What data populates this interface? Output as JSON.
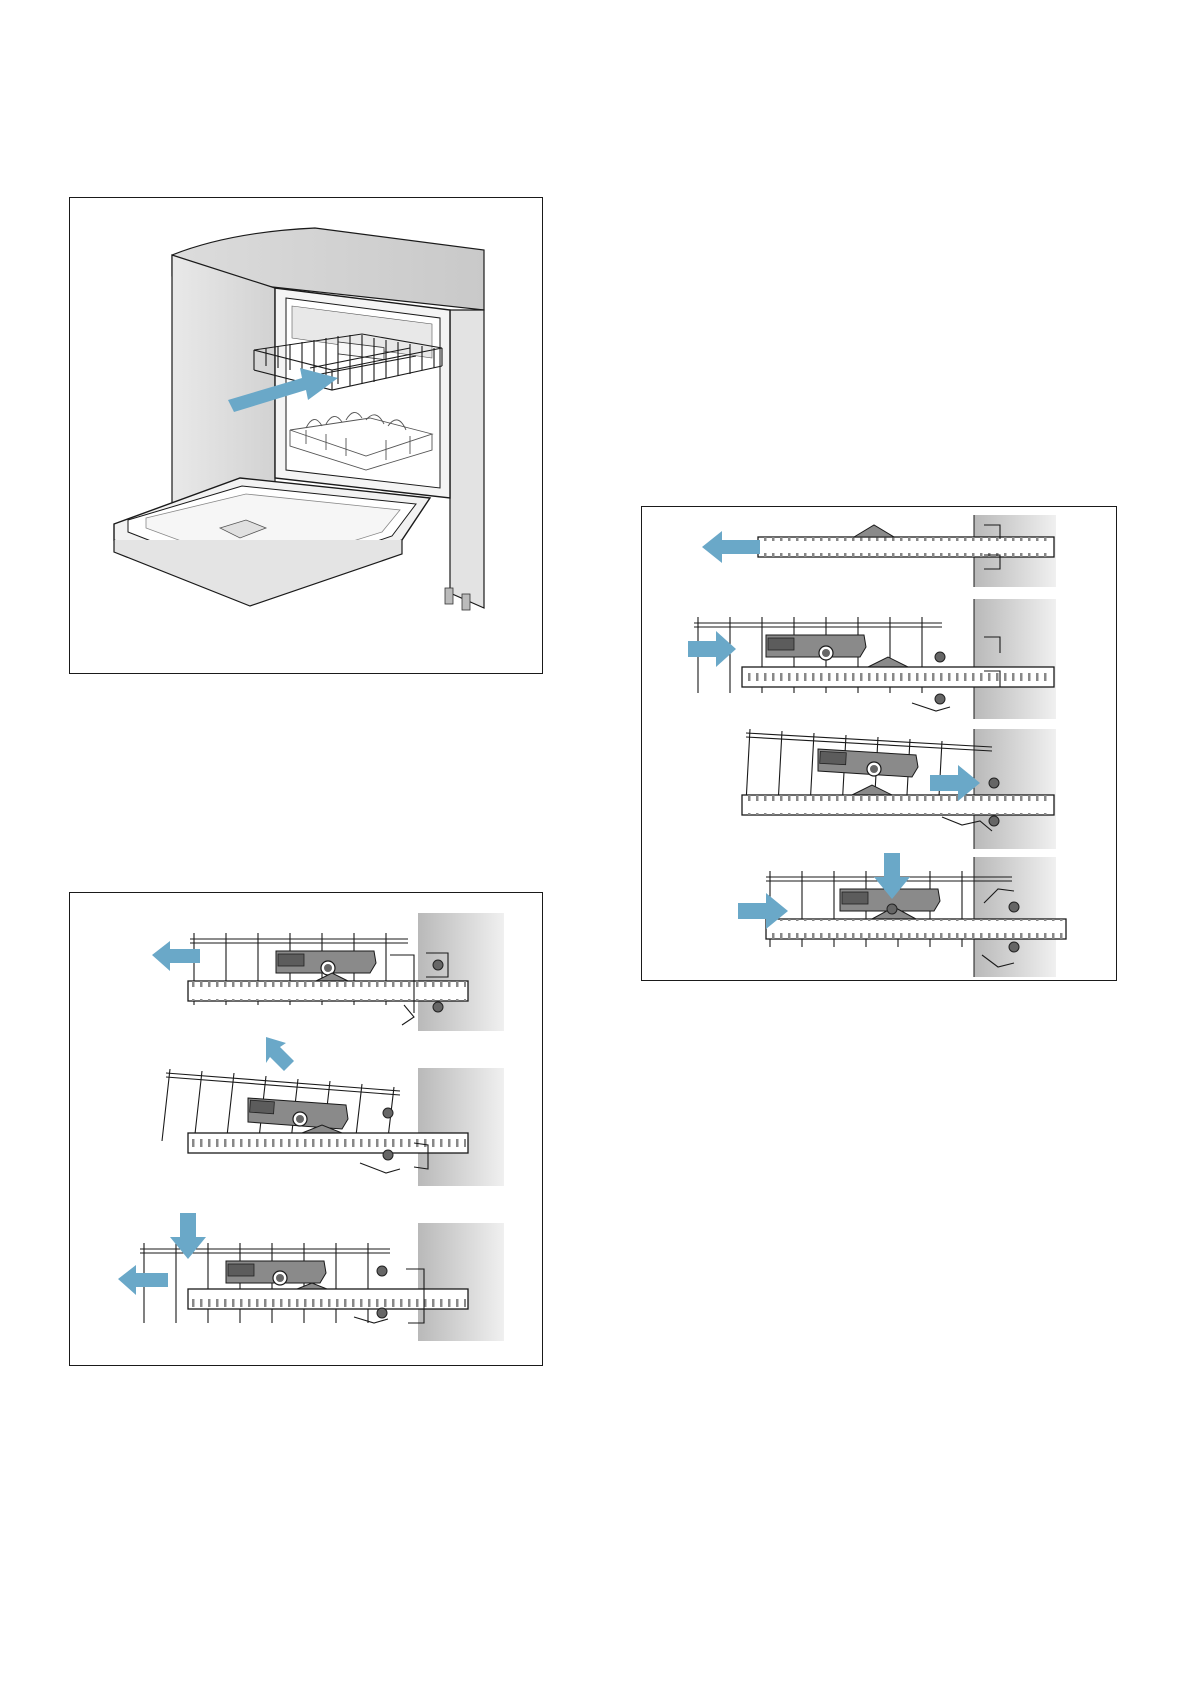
{
  "page": {
    "figures": [
      {
        "id": "dishwasher-rack-removal"
      },
      {
        "id": "rack-removal-steps",
        "steps": 3
      },
      {
        "id": "rack-insertion-steps",
        "steps": 4
      }
    ]
  },
  "colors": {
    "arrow": "#6aa8c8",
    "wall_gradient_from": "#b9b9b9",
    "wall_gradient_to": "#f0f0f0",
    "latch": "#8a8a8a",
    "latch_dark": "#5c5c5c",
    "outline": "#1a1a1a"
  },
  "icons": [
    "arrow-left-icon",
    "arrow-right-icon",
    "arrow-down-icon",
    "arrow-up-left-icon"
  ]
}
